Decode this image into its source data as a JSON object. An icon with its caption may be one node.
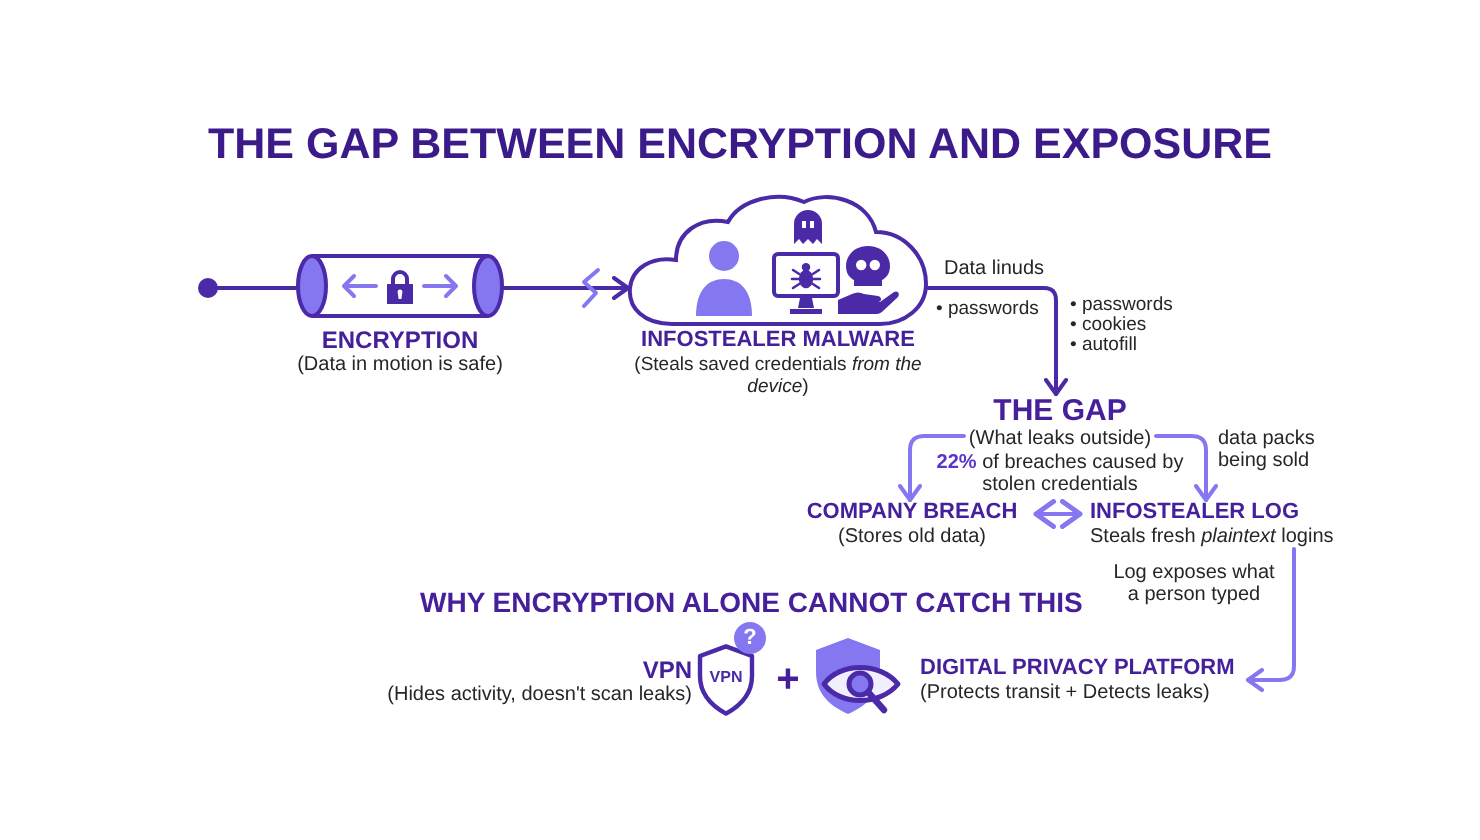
{
  "diagram": {
    "title": "THE GAP BETWEEN ENCRYPTION AND EXPOSURE",
    "nodes": [
      {
        "text": [],
        "shape": "circle"
      },
      {
        "text": [
          "ENCRYPTION",
          "(Data in motion is safe)"
        ]
      },
      {
        "text": [
          "INFOSTEALER MALWARE",
          "(Steals saved credentials *from the device*)"
        ]
      },
      {
        "text": [
          "THE GAP",
          "(What leaks outside)"
        ]
      },
      {
        "text": [
          "COMPANY BREACH",
          "(Stores old data)"
        ]
      },
      {
        "text": [
          "INFOSTEALER LOG",
          "Steals fresh *plaintext* logins"
        ]
      },
      {
        "text": [
          "VPN",
          "(Hides activity, doesn't scan leaks)"
        ]
      },
      {
        "text": [
          "DIGITAL PRIVACY PLATFORM",
          "(Protects transit + Detects leaks)"
        ]
      }
    ],
    "edges": [
      {
        "from": 0,
        "to": 1,
        "arrow": "none",
        "color": "#4b2aa8"
      },
      {
        "from": 1,
        "to": 2,
        "arrow": "to",
        "color": "#4b2aa8"
      },
      {
        "from": 2,
        "to": 3,
        "arrow": "to",
        "label": "Data linuds",
        "color": "#4b2aa8"
      },
      {
        "from": 3,
        "to": 4,
        "arrow": "to"
      },
      {
        "from": 3,
        "to": 5,
        "arrow": "to",
        "label": "data packs being sold"
      },
      {
        "from": 4,
        "to": 5,
        "arrow": "both"
      },
      {
        "from": 5,
        "to": 7,
        "arrow": "to",
        "label": "Log exposes what a person typed"
      }
    ],
    "labels": [
      "• passwords",
      "• passwords",
      "• cookies",
      "• autofill",
      "**22%** of breaches caused by stolen credentials",
      "WHY ENCRYPTION ALONE CANNOT CATCH THIS",
      "VPN",
      "?",
      "+"
    ]
  }
}
